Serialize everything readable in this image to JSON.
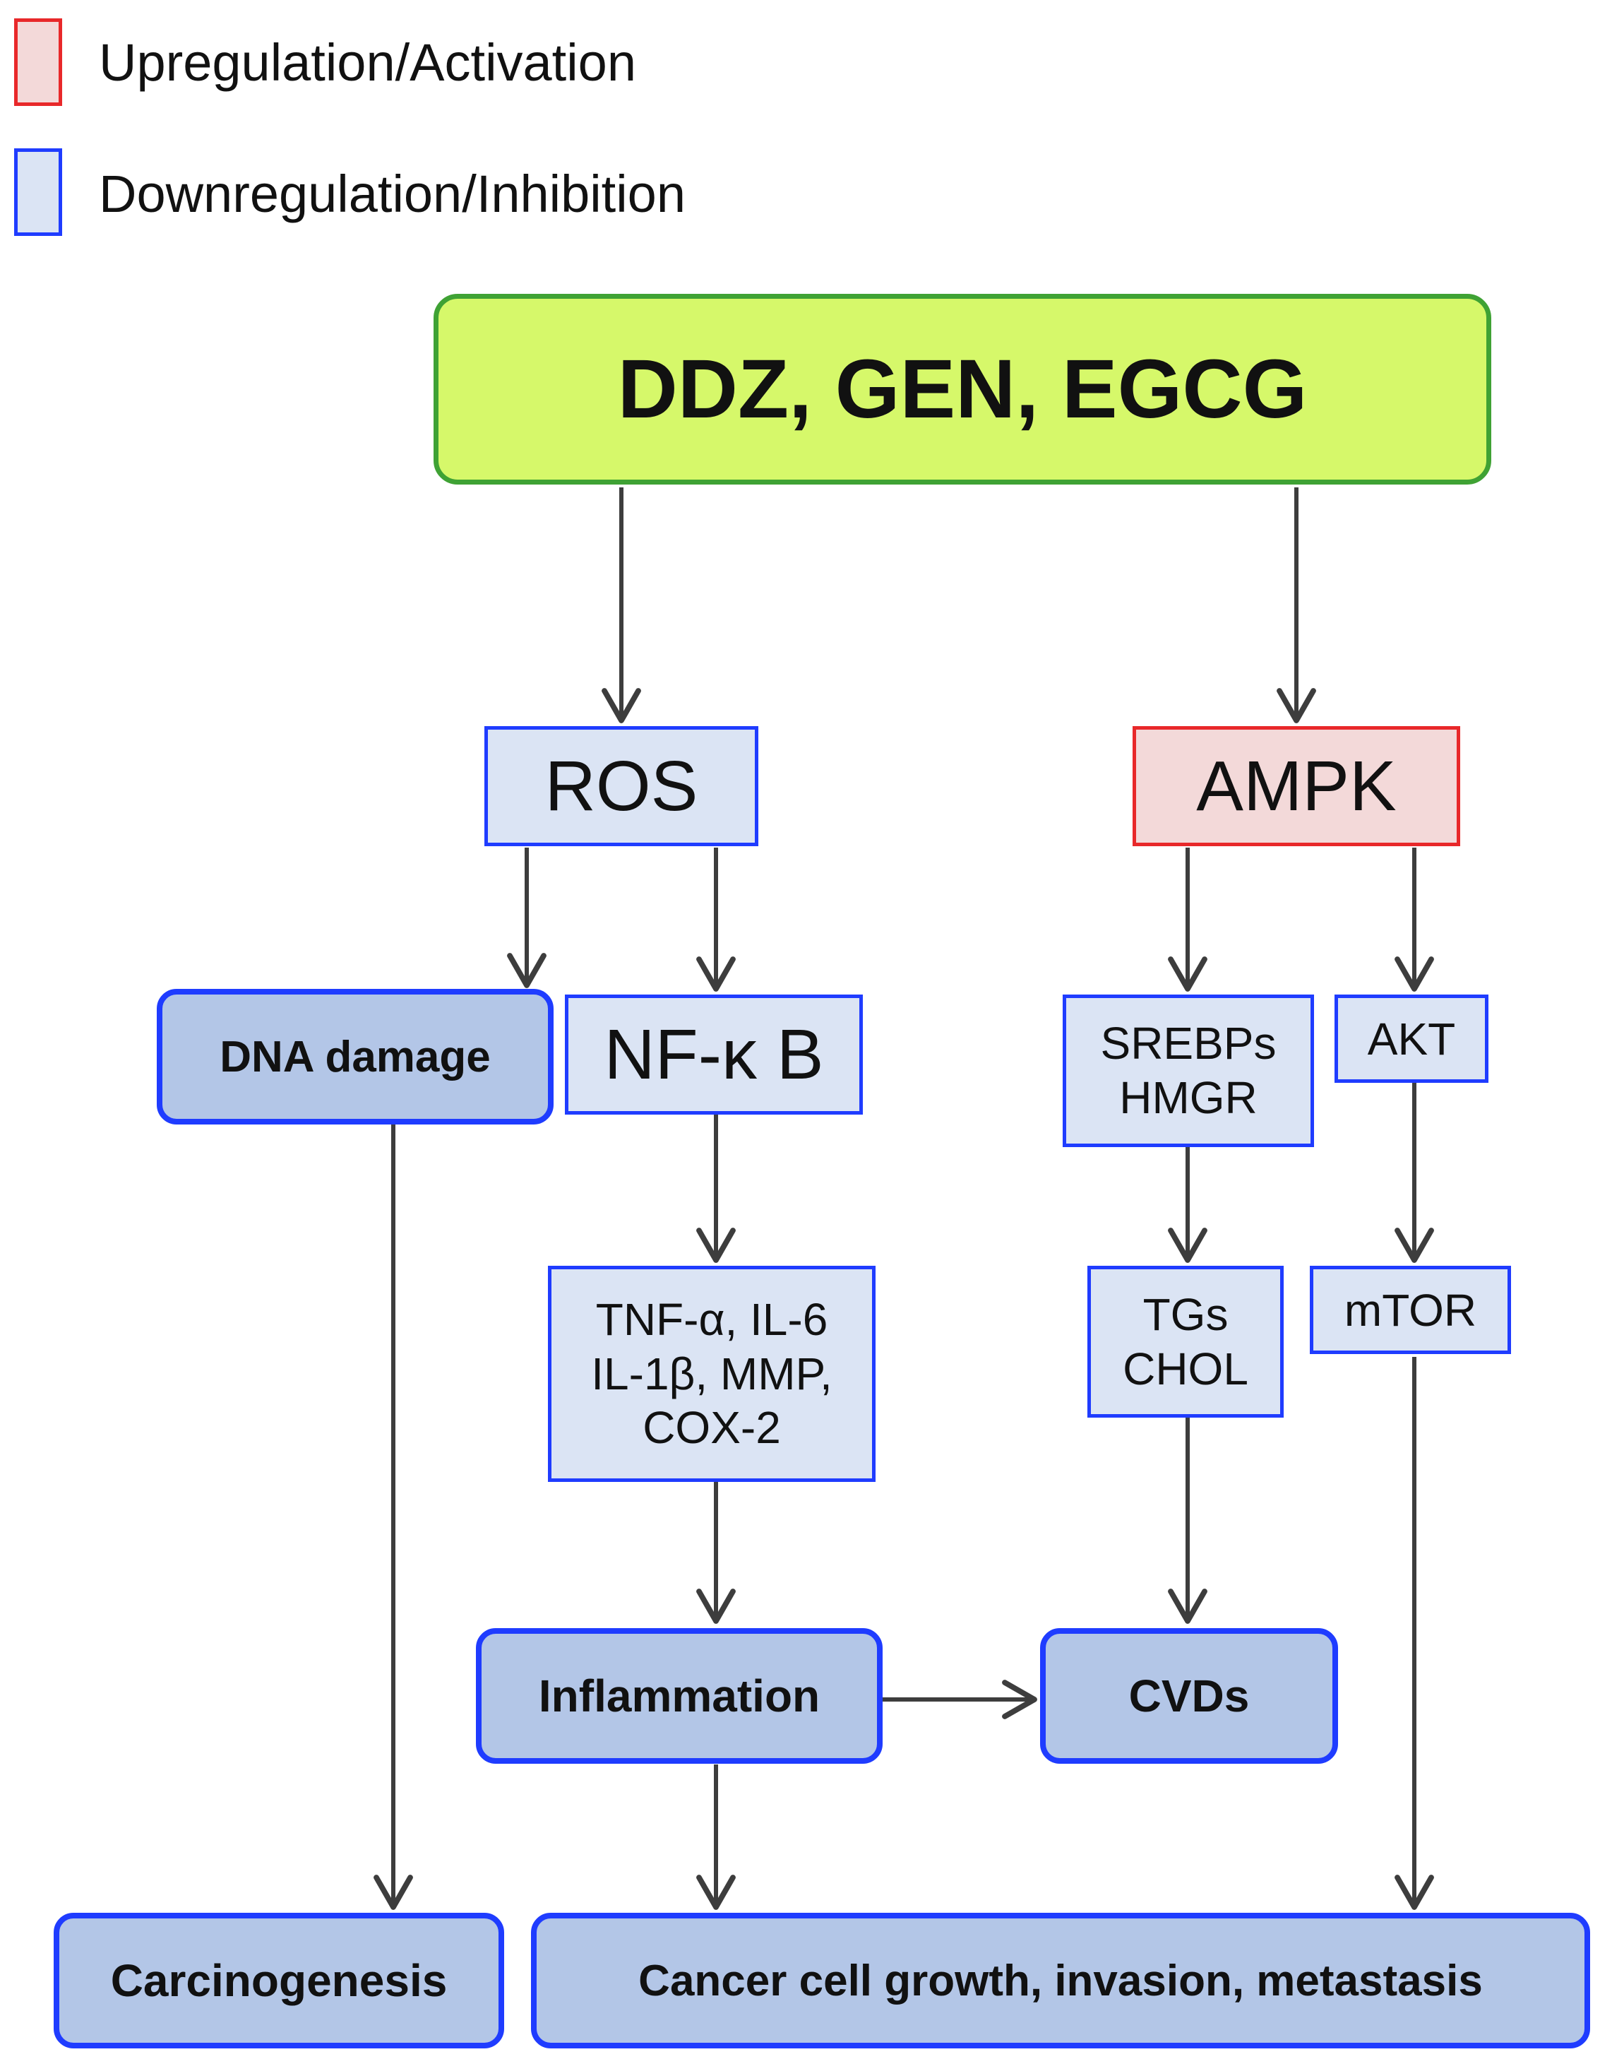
{
  "legend": {
    "up_label": "Upregulation/Activation",
    "down_label": "Downregulation/Inhibition",
    "up_color": "#e8282a",
    "up_fill": "#f3d9d9",
    "down_color": "#1f3cff",
    "down_fill": "#dbe4f4"
  },
  "nodes": {
    "top": "DDZ, GEN, EGCG",
    "ros": "ROS",
    "ampk": "AMPK",
    "dna_damage": "DNA damage",
    "nfkb": "NF-κ B",
    "srebps": "SREBPs\nHMGR",
    "akt": "AKT",
    "cytokines": "TNF-α, IL-6\nIL-1β, MMP,\nCOX-2",
    "tgs": "TGs\nCHOL",
    "mtor": "mTOR",
    "inflammation": "Inflammation",
    "cvds": "CVDs",
    "carcinogenesis": "Carcinogenesis",
    "cancer": "Cancer cell growth, invasion, metastasis"
  },
  "colors": {
    "top_fill": "#d6f86a",
    "top_border": "#3fa234",
    "outcome_fill": "#b3c6e7",
    "arrow": "#3d3d3d"
  }
}
